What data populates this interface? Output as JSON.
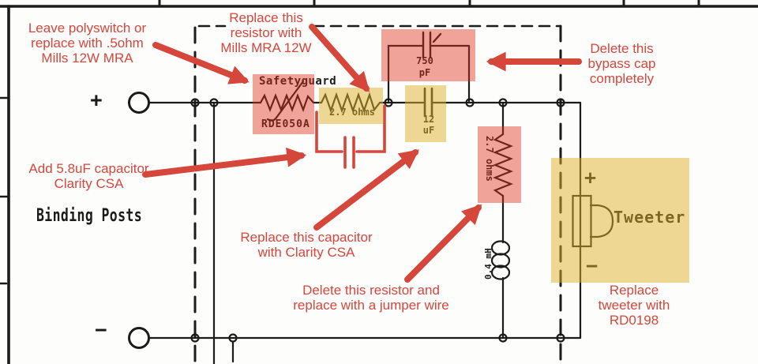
{
  "notes": {
    "polyswitch": [
      "Leave polyswitch or",
      "replace with .5ohm",
      "Mills 12W MRA"
    ],
    "series_resistor": [
      "Replace this",
      "resistor with",
      "Mills MRA 12W"
    ],
    "bypass_cap": [
      "Delete this",
      "bypass cap",
      "completely"
    ],
    "add_cap": [
      "Add 5.8uF capacitor",
      "Clarity CSA"
    ],
    "series_cap": [
      "Replace this capacitor",
      "with Clarity CSA"
    ],
    "shunt_resistor": [
      "Delete this resistor and",
      "replace with a jumper wire"
    ],
    "tweeter": [
      "Replace",
      "tweeter with",
      "RD0198"
    ]
  },
  "labels": {
    "binding_posts": "Binding Posts",
    "safetyguard": "Safetyguard",
    "safetyguard_part": "RDE050A",
    "series_resistor_value": "2.7 ohms",
    "bypass_cap_value": "750",
    "bypass_cap_unit": "pF",
    "series_cap_value": "12",
    "series_cap_unit": "uF",
    "shunt_resistor_value": "2.7 ohms",
    "inductor_value": "0.4 mH",
    "tweeter": "Tweeter",
    "post_plus": "+",
    "post_minus": "−",
    "tweeter_plus": "+",
    "tweeter_minus": "−"
  },
  "colors": {
    "annotation_red": "#d5463b",
    "highlight_pink": "rgba(224,48,28,0.44)",
    "highlight_yellow": "rgba(224,178,42,0.50)",
    "ink": "#1b1b1b"
  }
}
